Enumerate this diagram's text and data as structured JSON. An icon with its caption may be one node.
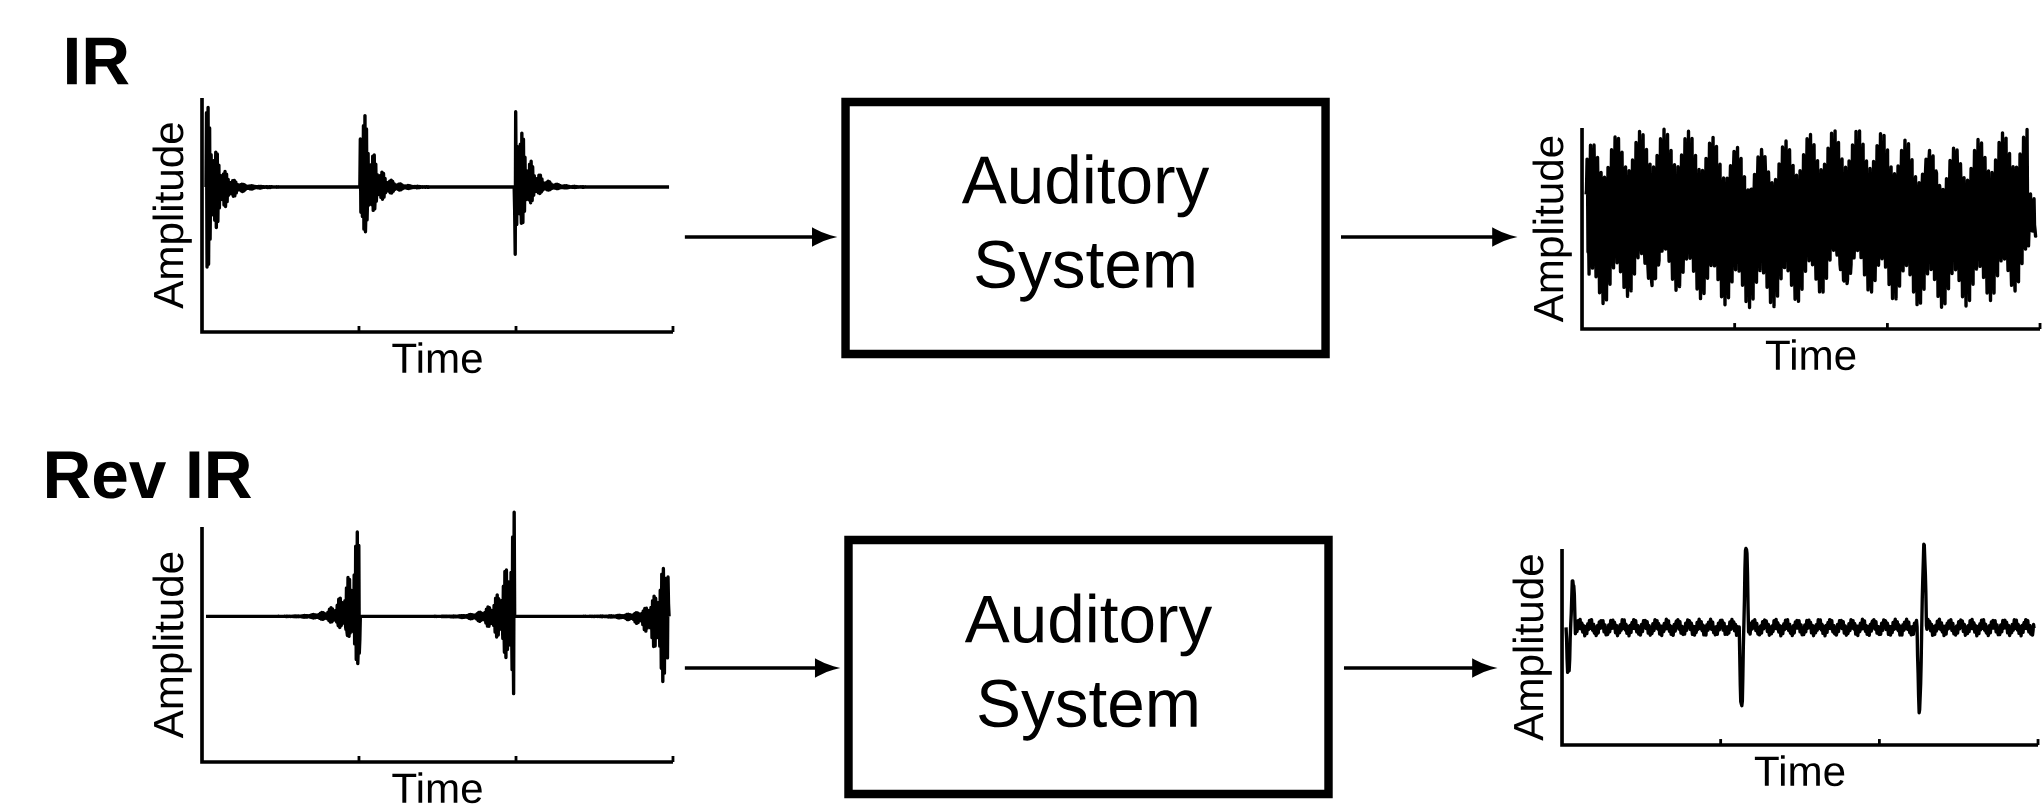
{
  "diagram": {
    "nodes": [
      {
        "text": [],
        "shape": "picture",
        "beside": [
          "Amplitude",
          "Time"
        ]
      },
      {
        "text": [
          "Auditory System"
        ]
      },
      {
        "text": [],
        "shape": "picture",
        "beside": [
          "Amplitude",
          "Time"
        ]
      },
      {
        "text": [],
        "shape": "picture",
        "beside": [
          "Amplitude",
          "Time"
        ]
      },
      {
        "text": [
          "Auditory System"
        ]
      },
      {
        "text": [],
        "shape": "picture",
        "beside": [
          "Amplitude",
          "Time"
        ]
      }
    ],
    "edges": [
      {
        "from": 0,
        "to": 1,
        "arrow": "to"
      },
      {
        "from": 1,
        "to": 2,
        "arrow": "to"
      },
      {
        "from": 3,
        "to": 4,
        "arrow": "to"
      },
      {
        "from": 4,
        "to": 5,
        "arrow": "to"
      }
    ],
    "labels": [
      "IR",
      "Rev IR"
    ]
  }
}
